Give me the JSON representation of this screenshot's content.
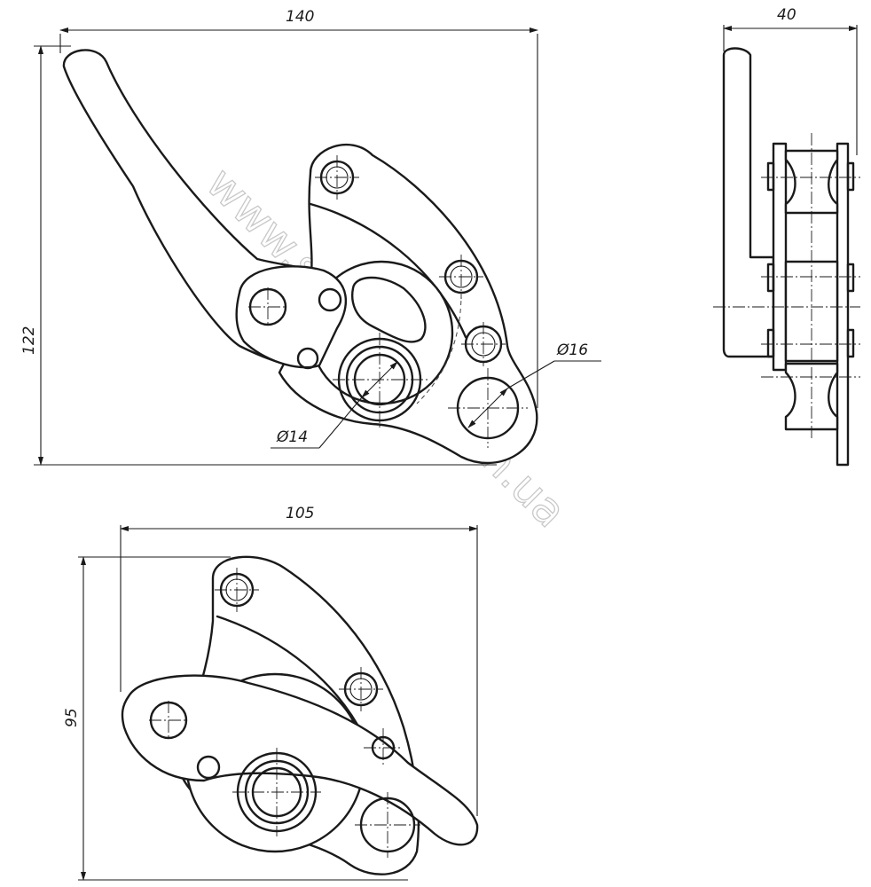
{
  "dimensions": {
    "front_width": "140",
    "front_height": "122",
    "side_width": "40",
    "small_hole_dia": "Ø14",
    "large_hole_dia": "Ø16",
    "bottom_width": "105",
    "bottom_height": "95"
  },
  "watermark": "www.sunicorn.com.ua",
  "colors": {
    "line": "#1a1a1a",
    "background": "#ffffff",
    "watermark": "#c8c8c8"
  }
}
